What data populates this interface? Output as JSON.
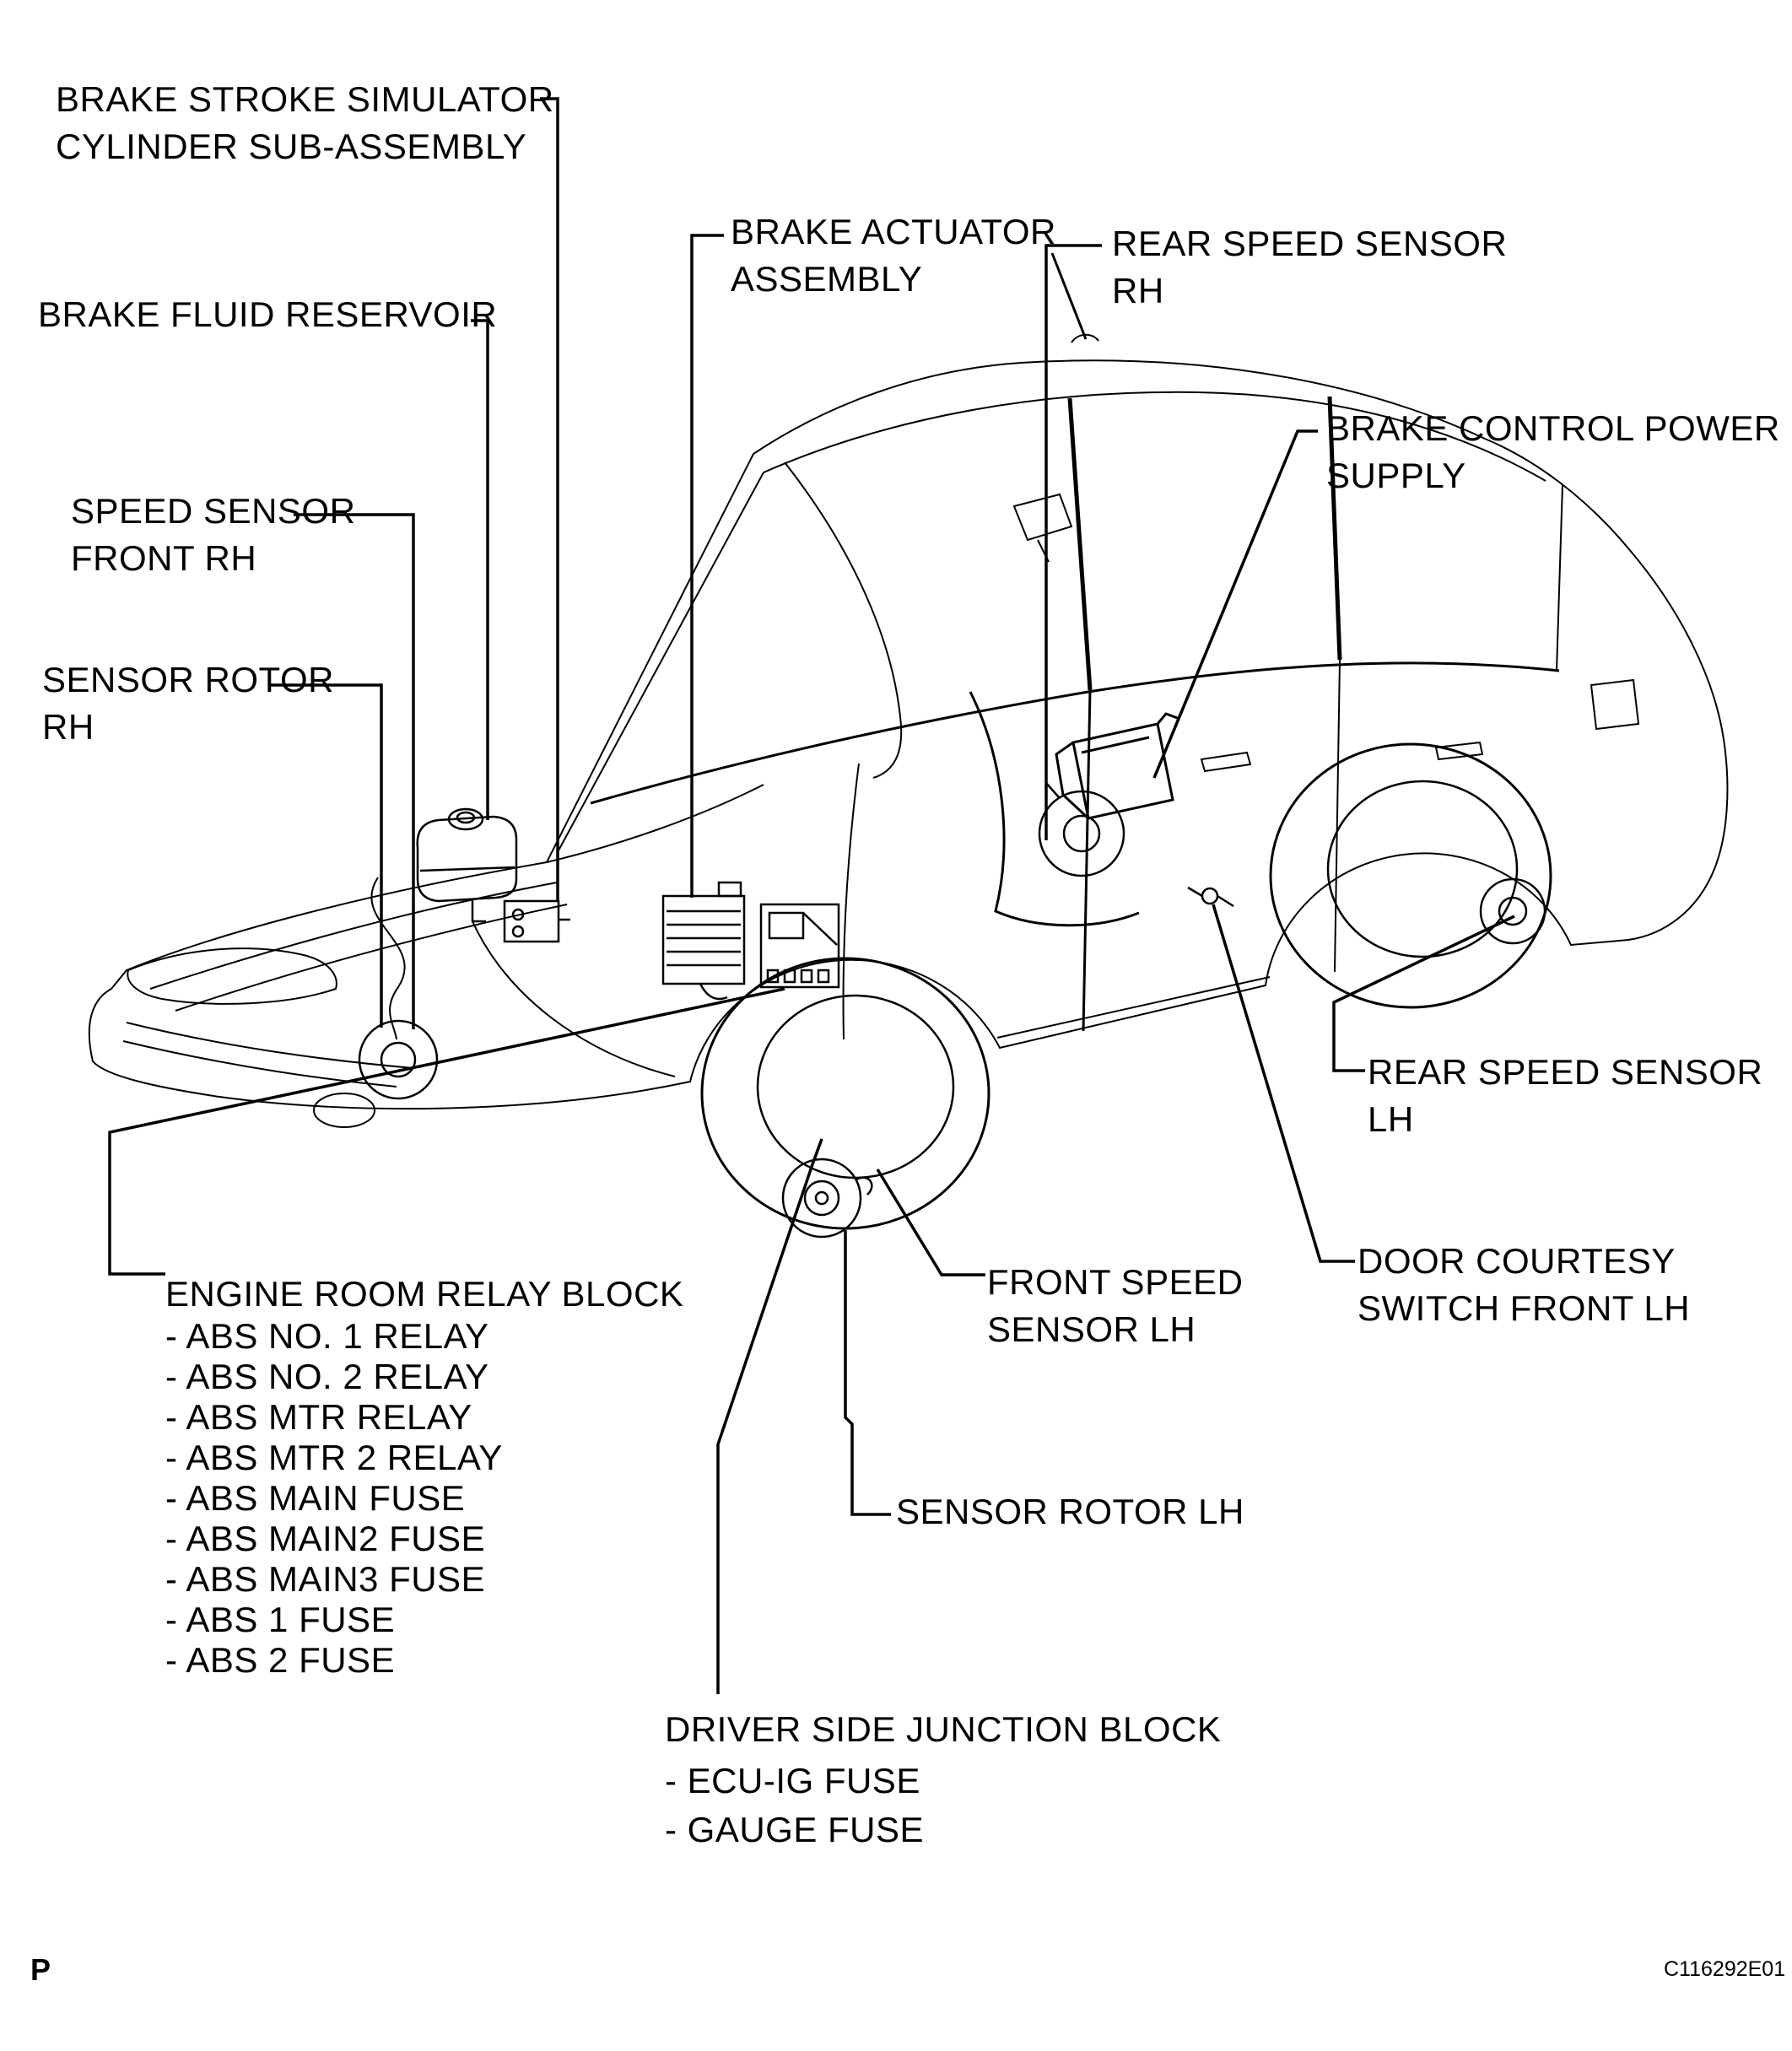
{
  "colors": {
    "ink": "#000000",
    "paper": "#ffffff"
  },
  "footer": {
    "page_marker": "P",
    "figure_code": "C116292E01"
  },
  "labels": {
    "brake_stroke_simulator": "BRAKE STROKE SIMULATOR\nCYLINDER SUB-ASSEMBLY",
    "brake_fluid_reservoir": "BRAKE FLUID RESERVOIR",
    "speed_sensor_front_rh": "SPEED SENSOR\nFRONT RH",
    "sensor_rotor_rh": "SENSOR ROTOR\nRH",
    "brake_actuator_assembly": "BRAKE ACTUATOR\nASSEMBLY",
    "rear_speed_sensor_rh": "REAR SPEED SENSOR\nRH",
    "brake_control_power_supply": "BRAKE CONTROL POWER\nSUPPLY",
    "rear_speed_sensor_lh": "REAR SPEED SENSOR\nLH",
    "door_courtesy_switch_front_lh": "DOOR COURTESY\nSWITCH FRONT LH",
    "front_speed_sensor_lh": "FRONT SPEED\nSENSOR LH",
    "sensor_rotor_lh": "SENSOR ROTOR LH",
    "engine_room_relay_block": {
      "heading": "ENGINE ROOM RELAY BLOCK",
      "items": [
        "- ABS NO. 1 RELAY",
        "- ABS NO. 2 RELAY",
        "- ABS MTR RELAY",
        "- ABS MTR 2 RELAY",
        "- ABS MAIN FUSE",
        "- ABS MAIN2 FUSE",
        "- ABS MAIN3 FUSE",
        "- ABS 1 FUSE",
        "- ABS 2 FUSE"
      ]
    },
    "driver_side_junction_block": {
      "heading": "DRIVER SIDE JUNCTION BLOCK",
      "items": [
        "- ECU-IG FUSE",
        "- GAUGE FUSE"
      ]
    }
  }
}
